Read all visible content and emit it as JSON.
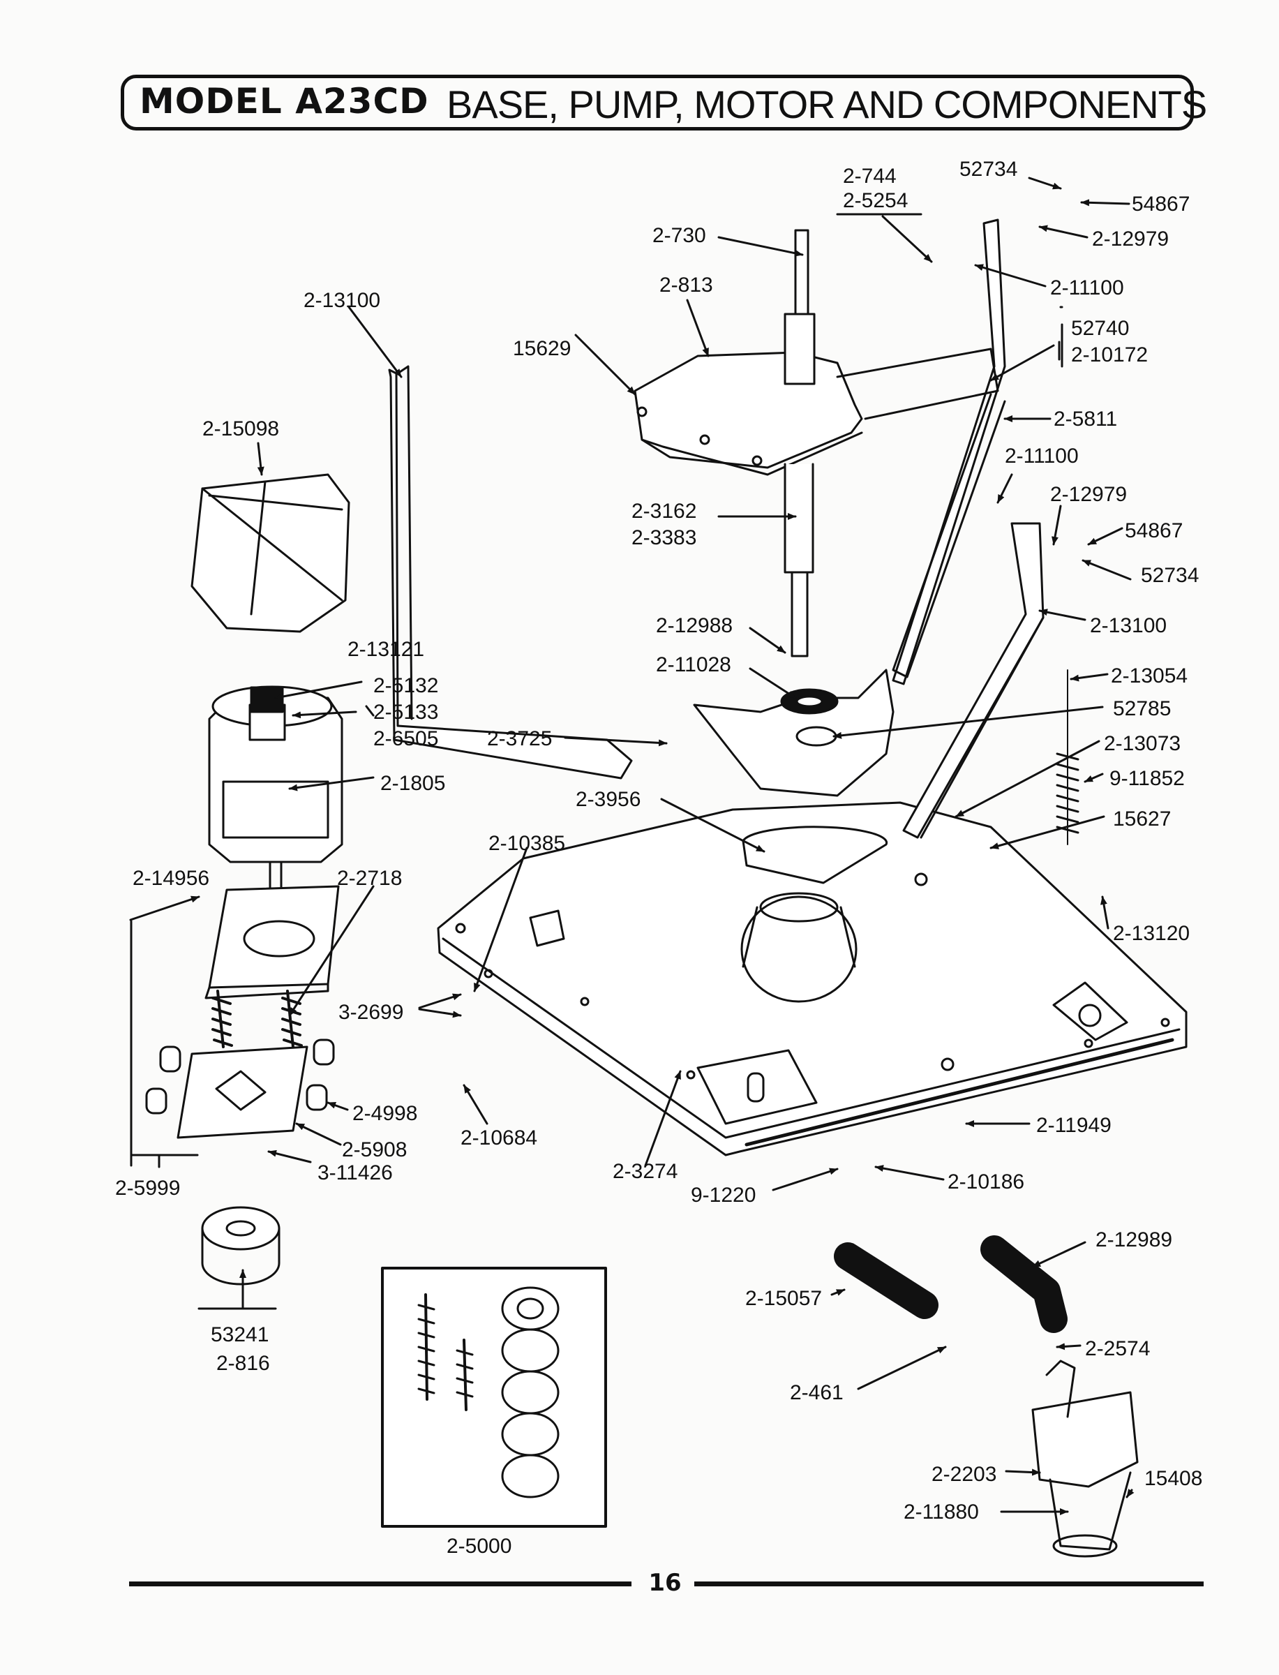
{
  "header": {
    "model": "MODEL A23CD",
    "title": "BASE, PUMP, MOTOR AND COMPONENTS"
  },
  "labels": {
    "l_2_744": "2-744",
    "l_2_5254": "2-5254",
    "l_52734_top": "52734",
    "l_54867_top": "54867",
    "l_2_12979_top": "2-12979",
    "l_2_730": "2-730",
    "l_2_813": "2-813",
    "l_2_11100_top": "2-11100",
    "l_2_13100_left": "2-13100",
    "l_15629": "15629",
    "l_52740": "52740",
    "l_2_10172": "2-10172",
    "l_2_5811": "2-5811",
    "l_2_15098": "2-15098",
    "l_2_11100_mid": "2-11100",
    "l_2_12979_mid": "2-12979",
    "l_2_3162": "2-3162",
    "l_2_3383": "2-3383",
    "l_54867_mid": "54867",
    "l_52734_mid": "52734",
    "l_2_13121": "2-13121",
    "l_2_12988": "2-12988",
    "l_2_13100_right": "2-13100",
    "l_2_11028": "2-11028",
    "l_2_13054": "2-13054",
    "l_2_5132": "2-5132",
    "l_2_5133": "2-5133",
    "l_2_6505": "2-6505",
    "l_2_3725": "2-3725",
    "l_52785": "52785",
    "l_2_13073": "2-13073",
    "l_2_1805": "2-1805",
    "l_9_11852": "9-11852",
    "l_2_3956": "2-3956",
    "l_15627": "15627",
    "l_2_10385": "2-10385",
    "l_2_14956": "2-14956",
    "l_2_2718": "2-2718",
    "l_2_13120": "2-13120",
    "l_3_2699": "3-2699",
    "l_2_4998": "2-4998",
    "l_2_5908": "2-5908",
    "l_2_10684": "2-10684",
    "l_2_11949": "2-11949",
    "l_3_11426": "3-11426",
    "l_2_3274": "2-3274",
    "l_2_5999": "2-5999",
    "l_9_1220": "9-1220",
    "l_2_10186": "2-10186",
    "l_2_12989": "2-12989",
    "l_2_15057": "2-15057",
    "l_53241": "53241",
    "l_2_816": "2-816",
    "l_2_2574": "2-2574",
    "l_2_461": "2-461",
    "l_2_2203": "2-2203",
    "l_15408": "15408",
    "l_2_5000": "2-5000",
    "l_2_11880": "2-11880"
  },
  "footer": {
    "page_number": "16"
  }
}
